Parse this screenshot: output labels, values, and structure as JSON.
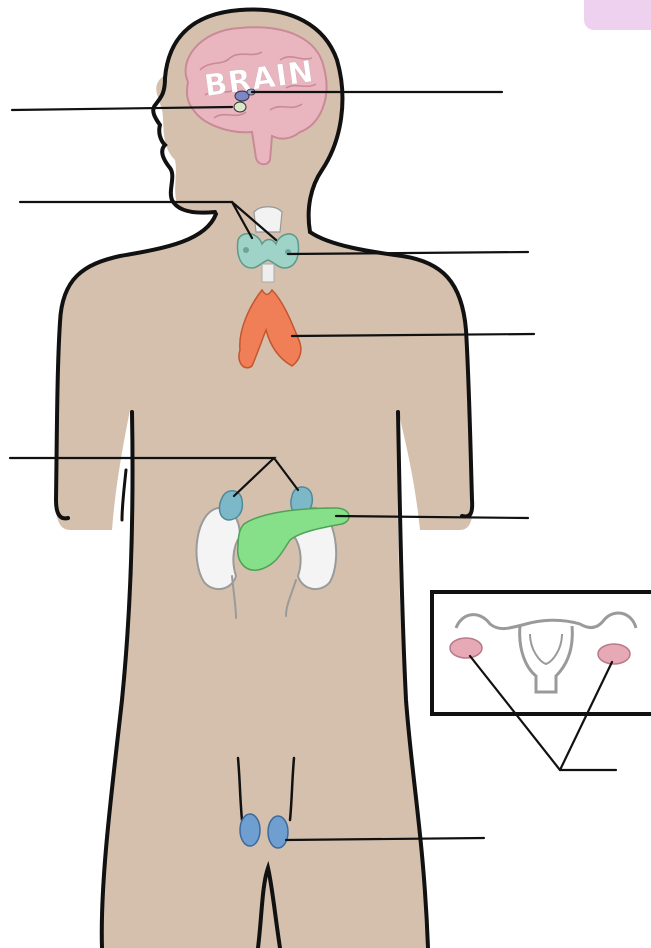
{
  "brain_label": "BRAIN",
  "colors": {
    "body": "#d5c0ad",
    "outline": "#111111",
    "brain": "#e9b6c0",
    "brain_folds": "#c98a96",
    "pituitary": "#7d86c9",
    "pineal": "#d8e8c8",
    "thyroid": "#9fd3c7",
    "thymus": "#f07f57",
    "adrenal": "#7cb8c8",
    "pancreas": "#86e08a",
    "kidney": "#ececec",
    "ovary": "#e7a9b6",
    "uterus_outline": "#9a9a9a",
    "testis": "#6f9ed0",
    "corner_tab": "#eed1ee"
  },
  "label_blanks": [
    "pituitary-pineal-blank",
    "hypothalamus-blank",
    "parathyroid-blank",
    "thyroid-blank",
    "thymus-blank",
    "adrenal-blank",
    "pancreas-blank",
    "ovary-blank",
    "testis-blank"
  ]
}
